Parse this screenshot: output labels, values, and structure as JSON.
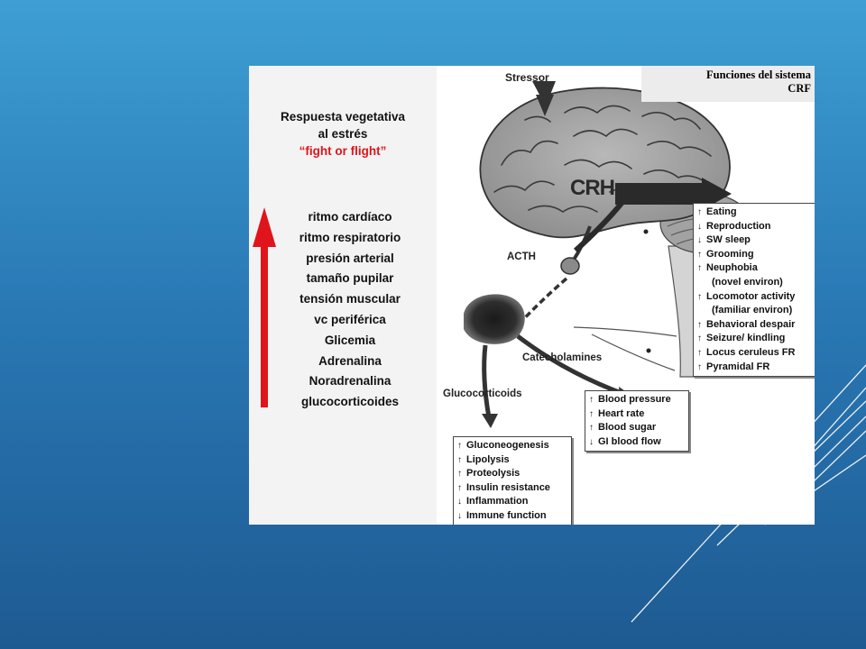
{
  "left_panel": {
    "title_line1": "Respuesta vegetativa",
    "title_line2": "al estrés",
    "subtitle": "“fight or flight”",
    "arrow_color": "#e0141b",
    "responses": [
      "ritmo cardíaco",
      "ritmo respiratorio",
      "presión arterial",
      "tamaño pupilar",
      "tensión muscular",
      "vc periférica",
      "Glicemia",
      "Adrenalina",
      "Noradrenalina",
      "glucocorticoides"
    ]
  },
  "diagram": {
    "title_line1": "Funciones del sistema",
    "title_line2": "CRF",
    "labels": {
      "stressor": "Stressor",
      "crh": "CRH",
      "acth": "ACTH",
      "catecholamines": "Catecholamines",
      "glucocorticoids": "Glucocorticoids"
    },
    "crf_effects": [
      {
        "dir": "↑",
        "text": "Eating"
      },
      {
        "dir": "↓",
        "text": "Reproduction"
      },
      {
        "dir": "↓",
        "text": "SW sleep"
      },
      {
        "dir": "↑",
        "text": "Grooming"
      },
      {
        "dir": "↑",
        "text": "Neuphobia"
      },
      {
        "dir": "",
        "text": "(novel environ)"
      },
      {
        "dir": "↑",
        "text": "Locomotor activity"
      },
      {
        "dir": "",
        "text": "(familiar environ)"
      },
      {
        "dir": "↑",
        "text": "Behavioral despair"
      },
      {
        "dir": "↑",
        "text": "Seizure/ kindling"
      },
      {
        "dir": "↑",
        "text": "Locus ceruleus FR"
      },
      {
        "dir": "↑",
        "text": "Pyramidal FR"
      }
    ],
    "catecholamine_effects": [
      {
        "dir": "↑",
        "text": "Blood pressure"
      },
      {
        "dir": "↑",
        "text": "Heart rate"
      },
      {
        "dir": "↑",
        "text": "Blood sugar"
      },
      {
        "dir": "↓",
        "text": "GI blood flow"
      }
    ],
    "glucocorticoid_effects": [
      {
        "dir": "↑",
        "text": "Gluconeogenesis"
      },
      {
        "dir": "↑",
        "text": "Lipolysis"
      },
      {
        "dir": "↑",
        "text": "Proteolysis"
      },
      {
        "dir": "↑",
        "text": "Insulin resistance"
      },
      {
        "dir": "↓",
        "text": "Inflammation"
      },
      {
        "dir": "↓",
        "text": "Immune function"
      }
    ]
  }
}
